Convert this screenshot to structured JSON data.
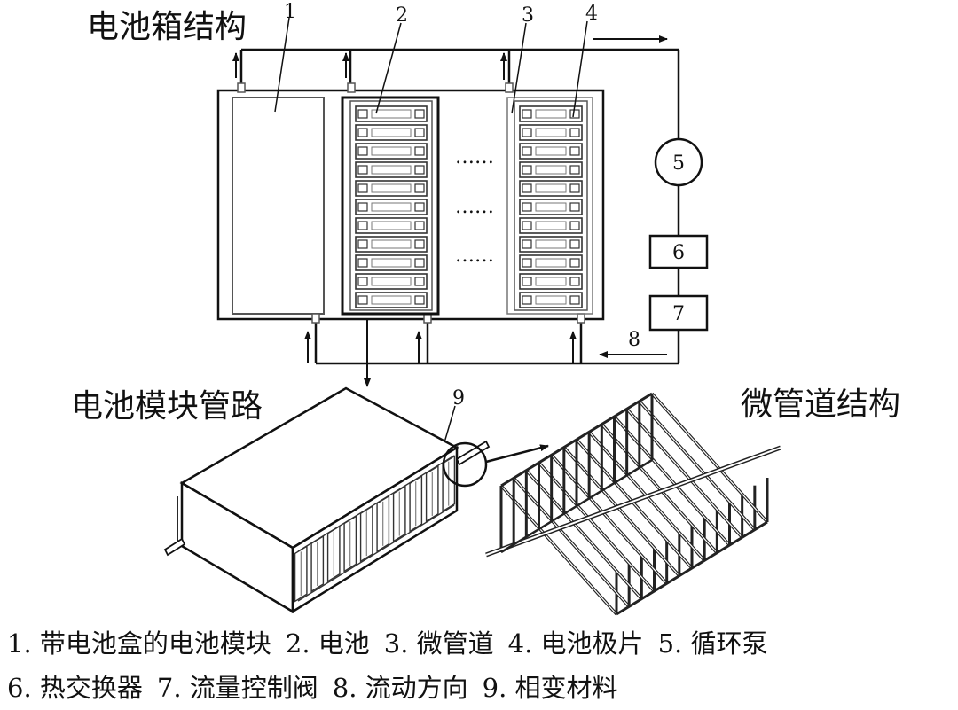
{
  "titles": {
    "box": "电池箱结构",
    "module": "电池模块管路",
    "micro": "微管道结构"
  },
  "callouts": [
    "1",
    "2",
    "3",
    "4",
    "5",
    "6",
    "7",
    "8",
    "9"
  ],
  "ellipsis": "……",
  "legend_line1": [
    "1. 带电池盒的电池模块",
    "2. 电池",
    "3. 微管道",
    "4. 电池极片",
    "5. 循环泵"
  ],
  "legend_line2": [
    "6. 热交换器",
    "7. 流量控制阀",
    "8. 流动方向",
    "9. 相变材料"
  ]
}
